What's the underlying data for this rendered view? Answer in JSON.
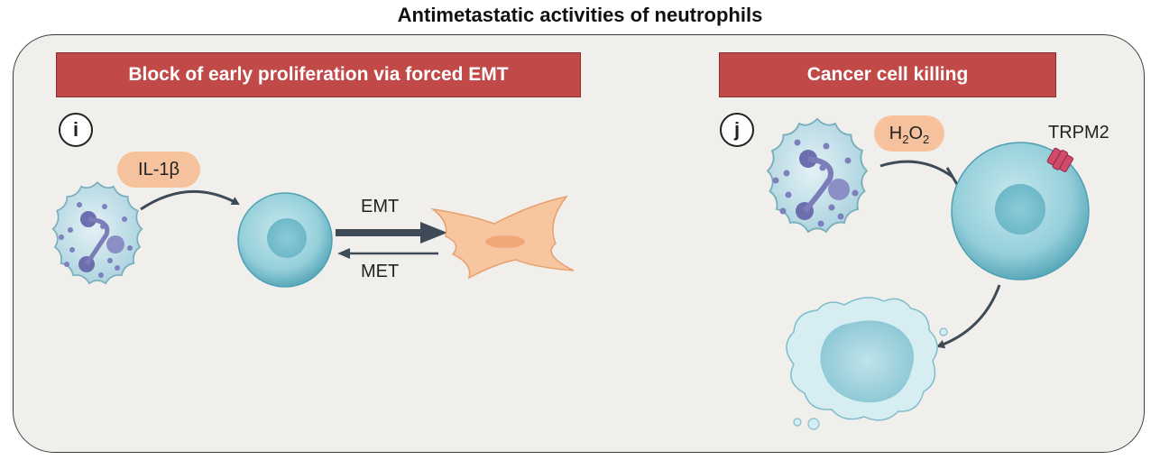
{
  "title": "Antimetastatic activities of neutrophils",
  "left_panel": {
    "banner": "Block of early proliferation via forced EMT",
    "marker": "i",
    "cytokine": "IL-1β",
    "forward_label": "EMT",
    "reverse_label": "MET"
  },
  "right_panel": {
    "banner": "Cancer cell killing",
    "marker": "j",
    "molecule_base": "H",
    "molecule_sub1": "2",
    "molecule_mid": "O",
    "molecule_sub2": "2",
    "channel_label": "TRPM2"
  },
  "colors": {
    "banner": "#c14a49",
    "panel_bg": "#f1efec",
    "cell": "#9ed2dc",
    "mesenchymal": "#f7c59e",
    "arrow": "#3e4a55",
    "channel": "#d04a6a"
  }
}
